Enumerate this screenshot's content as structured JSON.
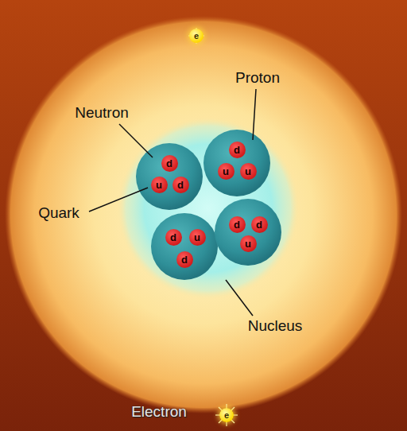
{
  "diagram": {
    "nodes": [
      {
        "text": [
          "e"
        ]
      },
      {
        "text": [
          "d"
        ]
      },
      {
        "text": [
          "u"
        ]
      },
      {
        "text": [
          "d"
        ]
      },
      {
        "text": [
          "d"
        ]
      },
      {
        "text": [
          "u"
        ]
      },
      {
        "text": [
          "u"
        ]
      },
      {
        "text": [
          "d"
        ]
      },
      {
        "text": [
          "u"
        ]
      },
      {
        "text": [
          "d"
        ]
      },
      {
        "text": [
          "d"
        ]
      },
      {
        "text": [
          "d"
        ]
      },
      {
        "text": [
          "u"
        ]
      },
      {
        "text": [
          "e"
        ]
      }
    ],
    "labels": [
      "Proton",
      "Neutron",
      "Quark",
      "Nucleus",
      "Electron"
    ]
  }
}
